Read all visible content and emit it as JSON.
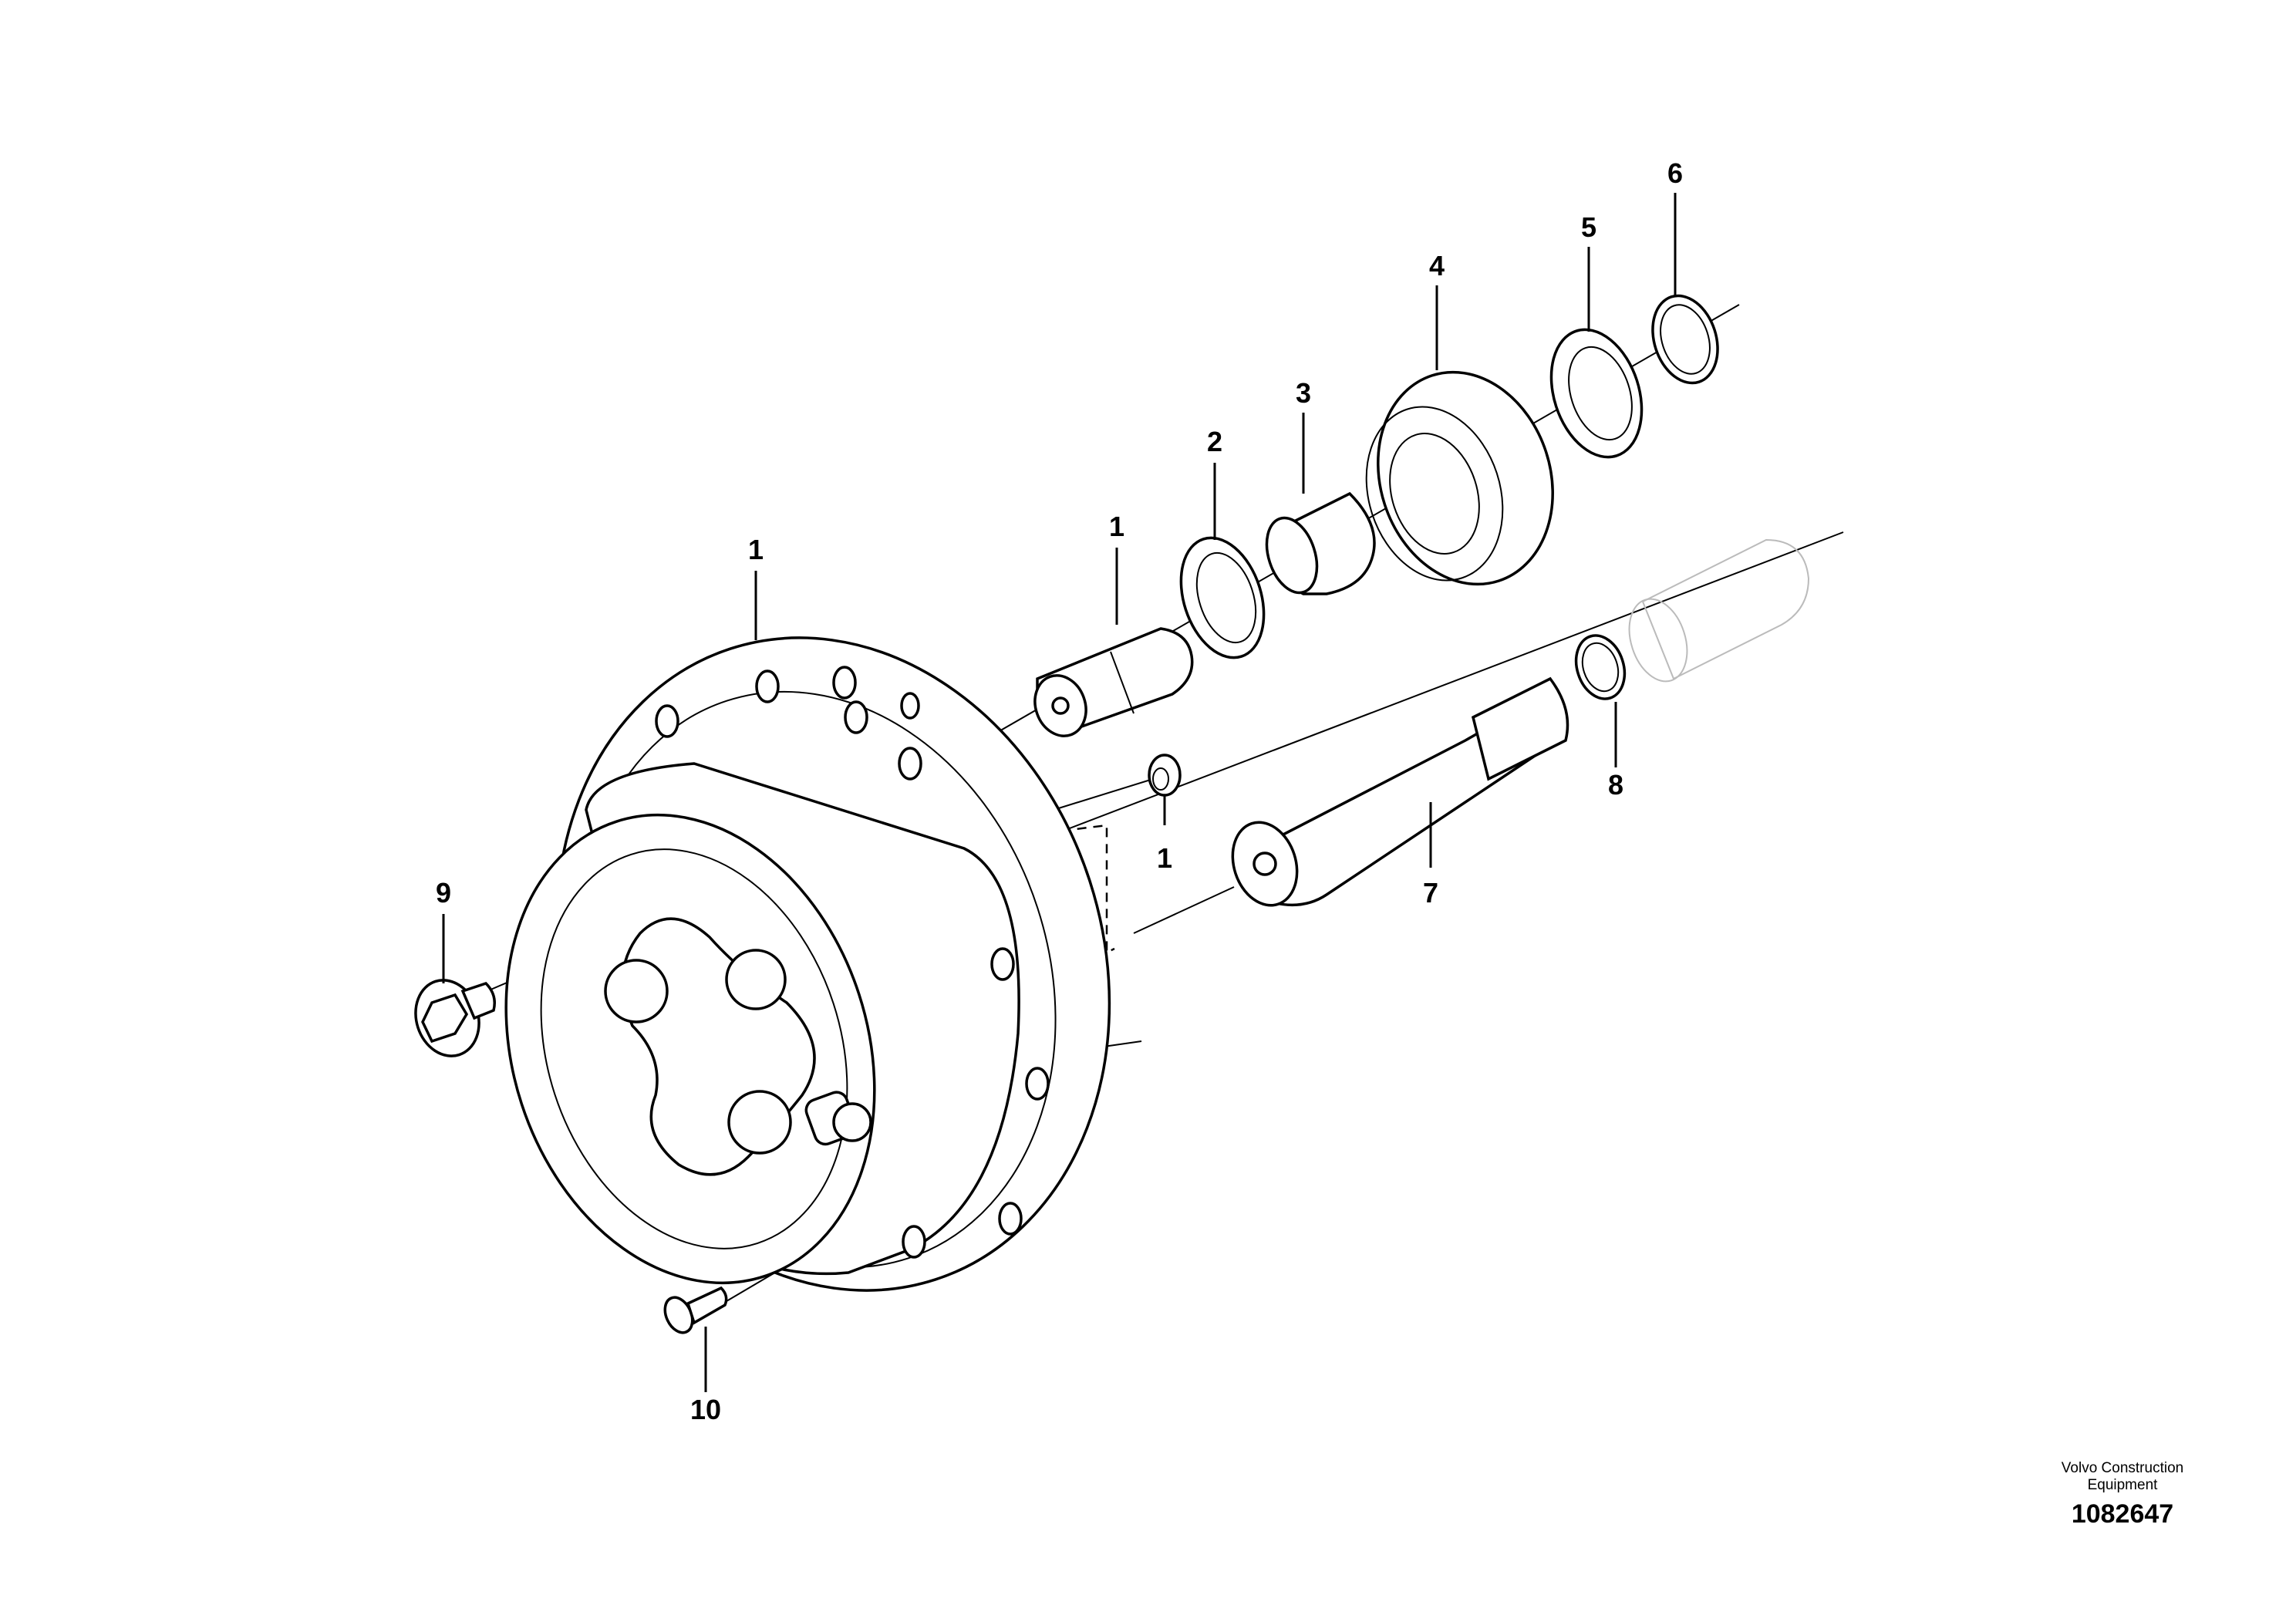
{
  "callouts": [
    {
      "id": "callout-1-housing",
      "label": "1"
    },
    {
      "id": "callout-1-pin",
      "label": "1"
    },
    {
      "id": "callout-1-bushing",
      "label": "1"
    },
    {
      "id": "callout-2",
      "label": "2"
    },
    {
      "id": "callout-3",
      "label": "3"
    },
    {
      "id": "callout-4",
      "label": "4"
    },
    {
      "id": "callout-5",
      "label": "5"
    },
    {
      "id": "callout-6",
      "label": "6"
    },
    {
      "id": "callout-7",
      "label": "7"
    },
    {
      "id": "callout-8",
      "label": "8"
    },
    {
      "id": "callout-9",
      "label": "9"
    },
    {
      "id": "callout-10",
      "label": "10"
    }
  ],
  "credit": {
    "company": "Volvo Construction Equipment",
    "line1": "Volvo Construction",
    "line2": "Equipment",
    "number": "1082647"
  }
}
